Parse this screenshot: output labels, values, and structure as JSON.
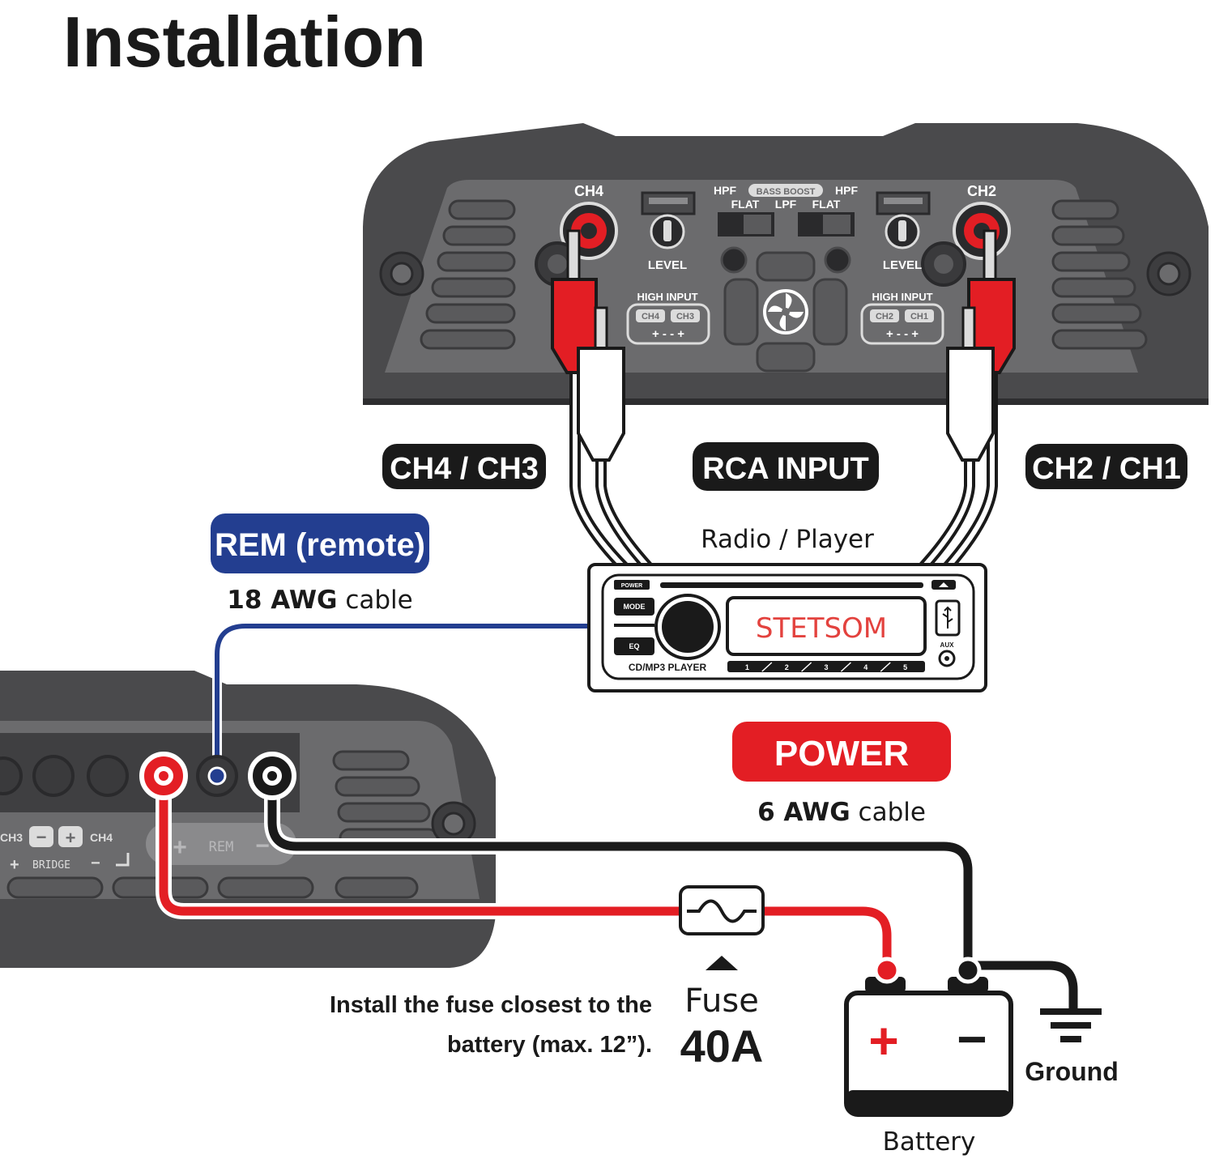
{
  "title": "Installation",
  "colors": {
    "amp_dark": "#4a4a4c",
    "amp_panel": "#6b6b6d",
    "rem_blue": "#233e90",
    "power_red": "#e31e24",
    "wire_black": "#1a1a1a",
    "display_red": "#e3423e"
  },
  "top_amplifier": {
    "ch4": "CH4",
    "ch2": "CH2",
    "hpf_left": "HPF",
    "hpf_right": "HPF",
    "bass_boost": "BASS BOOST",
    "flat_left": "FLAT",
    "lpf": "LPF",
    "flat_right": "FLAT",
    "level_left": "LEVEL",
    "level_right": "LEVEL",
    "high_input_left": "HIGH INPUT",
    "high_input_right": "HIGH INPUT",
    "hi_ch4": "CH4",
    "hi_ch3": "CH3",
    "hi_ch2": "CH2",
    "hi_ch1": "CH1",
    "polarity_left": "+ - - +",
    "polarity_right": "+ - - +",
    "logo_icon": "fan-logo-icon"
  },
  "labels": {
    "ch4_ch3": "CH4 / CH3",
    "rca_input": "RCA INPUT",
    "ch2_ch1": "CH2 / CH1",
    "radio_player": "Radio / Player",
    "rem_badge": "REM (remote)",
    "rem_awg": "18 AWG",
    "rem_cable": "cable",
    "power_badge": "POWER",
    "power_awg": "6 AWG",
    "power_cable": "cable",
    "fuse_note_line1": "Install the fuse closest to the",
    "fuse_note_line2": "battery (max. 12”).",
    "fuse_label": "Fuse",
    "fuse_rating": "40A",
    "ground": "Ground",
    "battery": "Battery"
  },
  "radio": {
    "power": "POWER",
    "mode": "MODE",
    "eq": "EQ",
    "display": "STETSOM",
    "model": "CD/MP3 PLAYER",
    "presets": [
      "1",
      "2",
      "3",
      "4",
      "5"
    ],
    "aux": "AUX",
    "usb_icon": "usb-icon",
    "eject_icon": "eject-icon"
  },
  "bottom_amplifier": {
    "ch3": "CH3",
    "ch4": "CH4",
    "minus": "−",
    "plus": "+",
    "bridge": "BRIDGE",
    "bridge_plus": "+",
    "bridge_minus": "−",
    "rem": "REM",
    "rem_plus": "+",
    "rem_minus": "−"
  },
  "battery": {
    "plus": "+",
    "minus": "−"
  }
}
